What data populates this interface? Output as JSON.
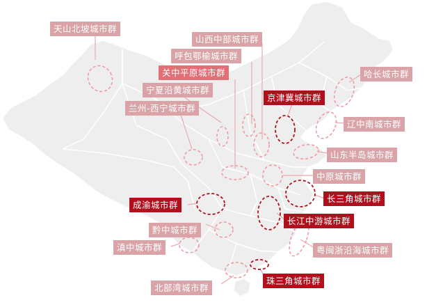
{
  "colors": {
    "land": "#eeeeee",
    "border": "#ffffff",
    "leader": "#e9a9ad",
    "ellipse_light": "#ef9aa0",
    "ellipse_dark": "#b0101c",
    "label_light": "#d9a3a7",
    "label_mid": "#e07075",
    "label_dark": "#b0101c"
  },
  "clusters": {
    "tianshan_north": "天山北坡城市群",
    "shanxi_central": "山西中部城市群",
    "hubao_eyu": "呼包鄂榆城市群",
    "guanzhong": "关中平原城市群",
    "harbin_changchun": "哈长城市群",
    "beijing_tianjin_hebei": "京津冀城市群",
    "ningxia_yellow_river": "宁夏沿黄城市群",
    "lanzhou_xining": "兰州-西宁城市群",
    "central_south_liaoning": "辽中南城市群",
    "shandong_peninsula": "山东半岛城市群",
    "central_plains": "中原城市群",
    "chengyu": "成渝城市群",
    "yangtze_delta": "长三角城市群",
    "central_guizhou": "黔中城市群",
    "middle_yangtze": "长江中游城市群",
    "central_yunnan": "滇中城市群",
    "west_coast_strait": "粤闽浙沿海城市群",
    "pearl_river_delta": "珠三角城市群",
    "beibu_gulf": "北部湾城市群"
  }
}
